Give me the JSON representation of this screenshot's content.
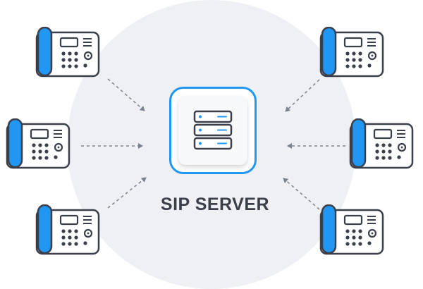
{
  "server": {
    "label": "SIP SERVER",
    "icon": "server-rack-icon"
  },
  "colors": {
    "accent": "#2196f3",
    "outline": "#3a3f4a",
    "background_circle": "#eef0f3",
    "arrow": "#7a8290"
  },
  "phones": [
    {
      "id": "phone-top-left",
      "icon": "desk-phone-icon",
      "side": "left"
    },
    {
      "id": "phone-middle-left",
      "icon": "desk-phone-icon",
      "side": "left"
    },
    {
      "id": "phone-bottom-left",
      "icon": "desk-phone-icon",
      "side": "left"
    },
    {
      "id": "phone-top-right",
      "icon": "desk-phone-icon",
      "side": "right"
    },
    {
      "id": "phone-middle-right",
      "icon": "desk-phone-icon",
      "side": "right"
    },
    {
      "id": "phone-bottom-right",
      "icon": "desk-phone-icon",
      "side": "right"
    }
  ]
}
